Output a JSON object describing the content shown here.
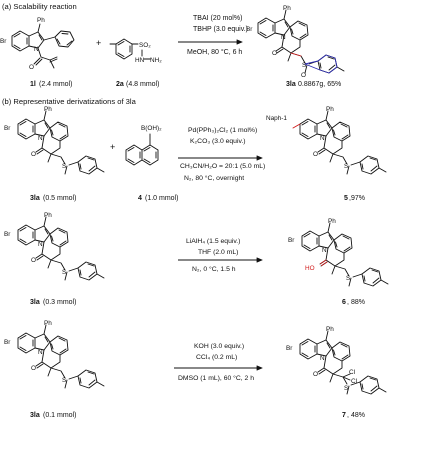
{
  "scheme": {
    "section_a": {
      "title": "(a) Scalability reaction",
      "conditions": [
        "TBAI (20 mol%)",
        "TBHP (3.0 equiv.)",
        "MeOH, 80 °C, 6 h"
      ],
      "reactant1": {
        "id": "1l",
        "amount": "(2.4 mmol)",
        "labels": {
          "br": "Br",
          "ph": "Ph",
          "n": "N",
          "o": "O"
        }
      },
      "reactant2": {
        "id": "2a",
        "amount": "(4.8 mmol)",
        "labels": {
          "so2": "SO₂",
          "hn": "HN",
          "nh2": "NH₂"
        }
      },
      "product": {
        "id": "3la",
        "result": "0.8867g, 65%",
        "labels": {
          "br": "Br",
          "ph": "Ph",
          "n": "N",
          "o": "O",
          "s": "S",
          "o2": "O"
        }
      },
      "plus": "+"
    },
    "section_b": {
      "title": "(b) Representative derivatizations of 3la",
      "rows": [
        {
          "reactant": {
            "id": "3la",
            "amount": "(0.5 mmol)"
          },
          "reagent": {
            "id": "4",
            "amount": "(1.0 mmol)",
            "label": "B(OH)₂"
          },
          "plus": "+",
          "conditions": [
            "Pd(PPh₃)₂Cl₂ (1 mol%)",
            "K₂CO₃ (3.0 equiv.)",
            "CH₃CN/H₂O = 20:1 (5.0 mL)",
            "N₂, 80 °C, overnight"
          ],
          "product": {
            "id": "5",
            "result": "97%",
            "substituent": "Naph-1"
          }
        },
        {
          "reactant": {
            "id": "3la",
            "amount": "(0.3 mmol)"
          },
          "conditions": [
            "LiAlH₄ (1.5 equiv.)",
            "THF (2.0 mL)",
            "N₂, 0 °C, 1.5 h"
          ],
          "product": {
            "id": "6",
            "result": "88%",
            "substituent": "HO"
          }
        },
        {
          "reactant": {
            "id": "3la",
            "amount": "(0.1 mmol)"
          },
          "conditions": [
            "KOH (3.0 equiv.)",
            "CCl₄ (0.2 mL)",
            "DMSO (1 mL), 60 °C, 2 h"
          ],
          "product": {
            "id": "7",
            "result": "48%",
            "substituent": "Cl"
          }
        }
      ]
    }
  }
}
